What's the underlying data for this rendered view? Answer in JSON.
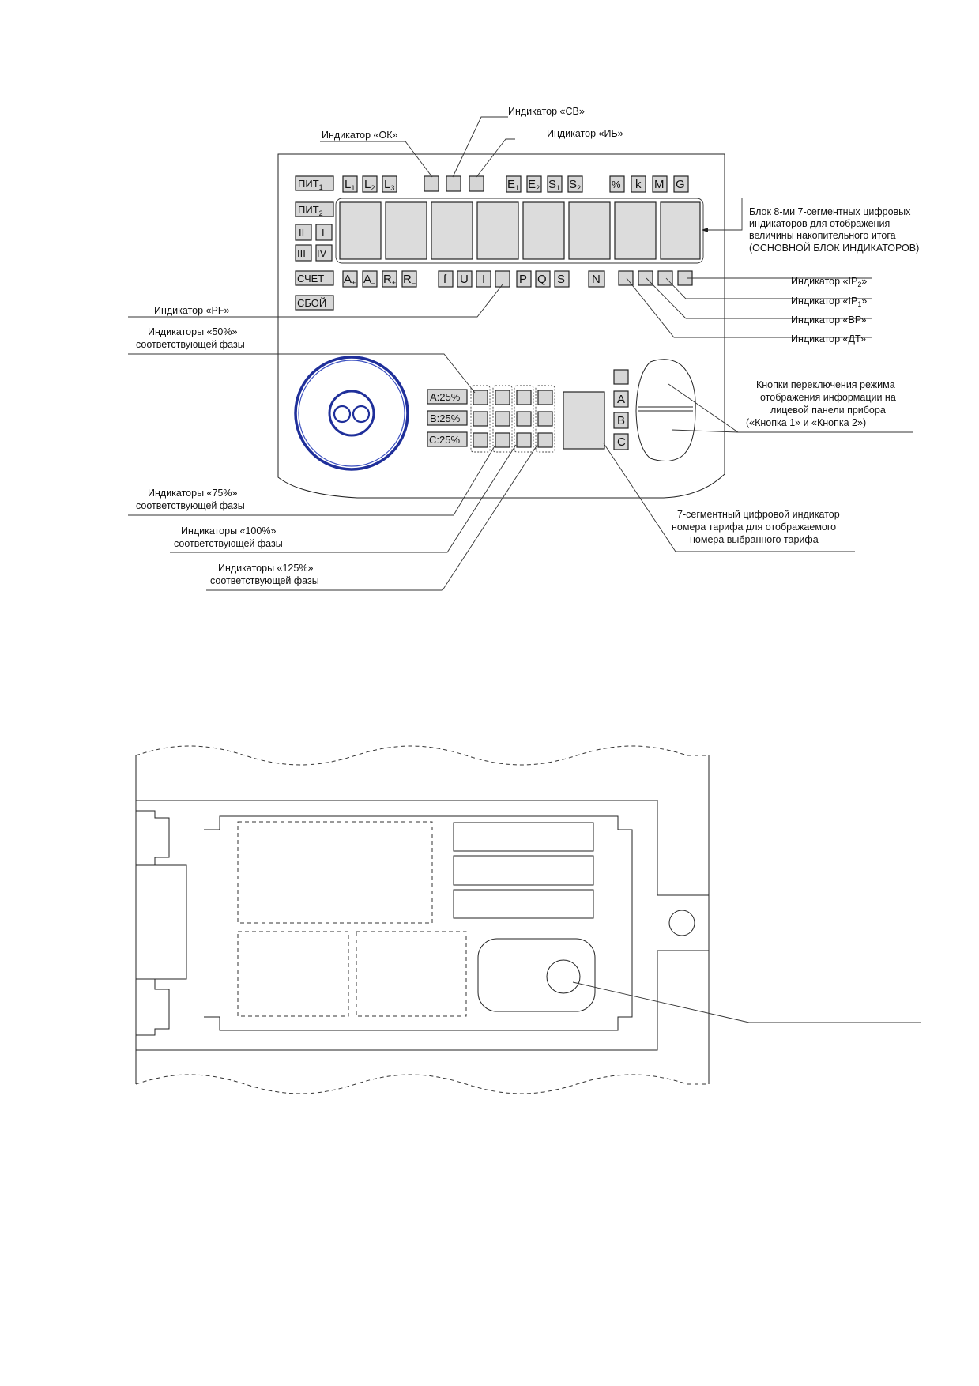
{
  "top_row": {
    "pit1": "ПИТ",
    "pit1_sub": "1",
    "l1": "L",
    "l1_sub": "1",
    "l2": "L",
    "l2_sub": "2",
    "l3": "L",
    "l3_sub": "3",
    "e1": "E",
    "e1_sub": "1",
    "e2": "E",
    "e2_sub": "2",
    "s1": "S",
    "s1_sub": "1",
    "s2": "S",
    "s2_sub": "2",
    "percent": "%",
    "k": "k",
    "m": "M",
    "g": "G"
  },
  "left_column": {
    "pit2": "ПИТ",
    "pit2_sub": "2",
    "ii": "II",
    "i": "I",
    "iii": "III",
    "iv": "IV"
  },
  "bottom_row": {
    "schet": "СЧЕТ",
    "sboy": "СБОЙ",
    "a_plus": "A",
    "a_plus_sub": "+",
    "a_minus": "A",
    "a_minus_sub": "–",
    "r_plus": "R",
    "r_plus_sub": "+",
    "r_minus": "R",
    "r_minus_sub": "–",
    "f": "f",
    "u": "U",
    "ii": "I",
    "p": "P",
    "q": "Q",
    "s": "S",
    "n": "N"
  },
  "phases": {
    "a": "A:25%",
    "b": "B:25%",
    "c": "C:25%"
  },
  "tariff_phase_labels": {
    "a": "A",
    "b": "B",
    "c": "C"
  },
  "callouts": {
    "ok": "Индикатор «ОК»",
    "sv": "Индикатор «СВ»",
    "ib": "Индикатор «ИБ»",
    "main_block": [
      "Блок 8-ми 7-сегментных цифровых",
      "индикаторов для отображения",
      "величины накопительного итога",
      "(ОСНОВНОЙ БЛОК ИНДИКАТОРОВ)"
    ],
    "ip2": "Индикатор «IP",
    "ip2_sub": "2",
    "ip2_end": "»",
    "ip1": "Индикатор «IP",
    "ip1_sub": "1",
    "ip1_end": "»",
    "vr": "Индикатор «ВР»",
    "dt": "Индикатор «ДТ»",
    "pf": "Индикатор «PF»",
    "p50": [
      "Индикаторы «50%»",
      "соответствующей фазы"
    ],
    "p75": [
      "Индикаторы «75%»",
      "соответствующей фазы"
    ],
    "p100": [
      "Индикаторы «100%»",
      "соответствующей фазы"
    ],
    "p125": [
      "Индикаторы «125%»",
      "соответствующей фазы"
    ],
    "buttons": [
      "Кнопки переключения режима",
      "отображения информации на",
      "лицевой панели прибора",
      "(«Кнопка 1» и «Кнопка 2»)"
    ],
    "tariff": [
      "7-сегментный цифровой индикатор",
      "номера тарифа для отображаемого",
      "номера выбранного тарифа"
    ]
  },
  "colors": {
    "rotor": "#1f2f9a",
    "indicator_fill": "#d6d6d6",
    "line": "#222222"
  }
}
